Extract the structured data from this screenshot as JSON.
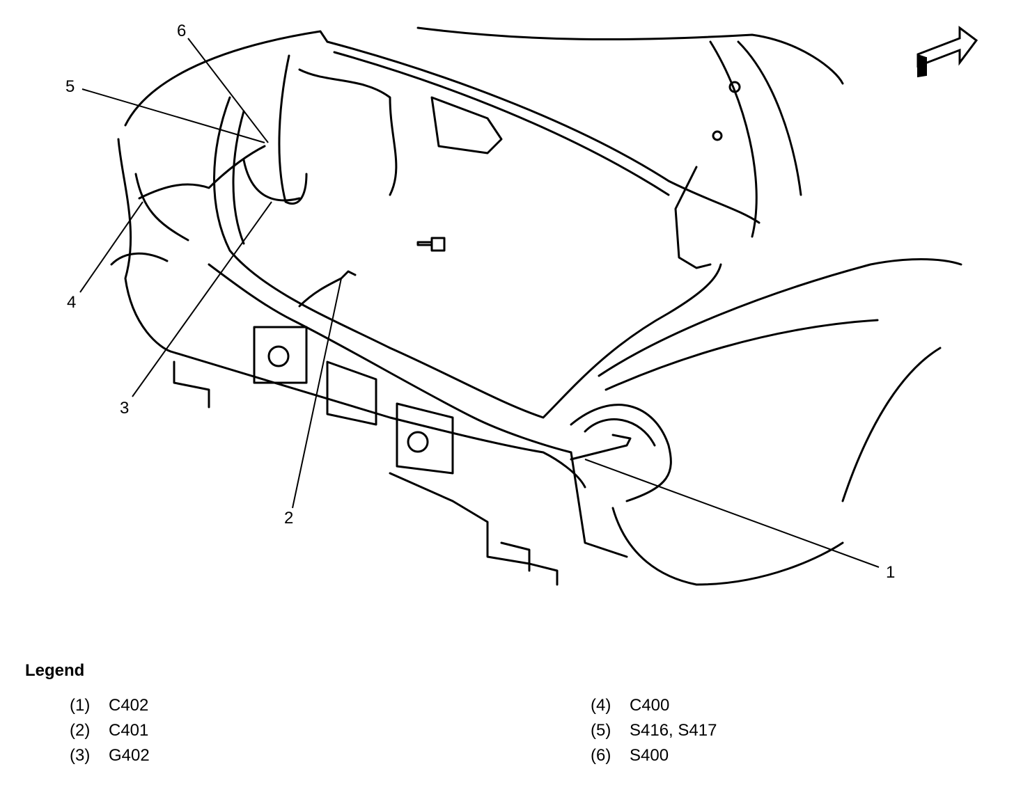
{
  "callouts": [
    "1",
    "2",
    "3",
    "4",
    "5",
    "6"
  ],
  "legend": {
    "title": "Legend",
    "items": [
      {
        "num": "(1)",
        "label": "C402"
      },
      {
        "num": "(2)",
        "label": "C401"
      },
      {
        "num": "(3)",
        "label": "G402"
      },
      {
        "num": "(4)",
        "label": "C400"
      },
      {
        "num": "(5)",
        "label": "S416, S417"
      },
      {
        "num": "(6)",
        "label": "S400"
      }
    ]
  },
  "icons": {
    "direction_arrow": "forward-arrow-icon"
  },
  "colors": {
    "line": "#000000",
    "background": "#ffffff"
  }
}
